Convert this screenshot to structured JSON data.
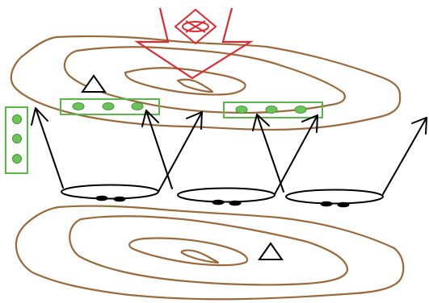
{
  "colors": {
    "contour": "#9a6a3a",
    "group_box": "#5ab84a",
    "group_dot_fill": "#6cc35a",
    "group_dot_stroke": "#3f9a34",
    "movement_arrow": "#000000",
    "unit": "#000000",
    "threat_arrow": "#e0282f",
    "hill_marker": "#000000"
  },
  "icons": {
    "threat": "red-chevron-arrow-with-diamond-emblem",
    "hill_marker": "triangle-outline",
    "unit": "ellipse-with-two-pips",
    "group": "green-box-with-three-dots"
  }
}
